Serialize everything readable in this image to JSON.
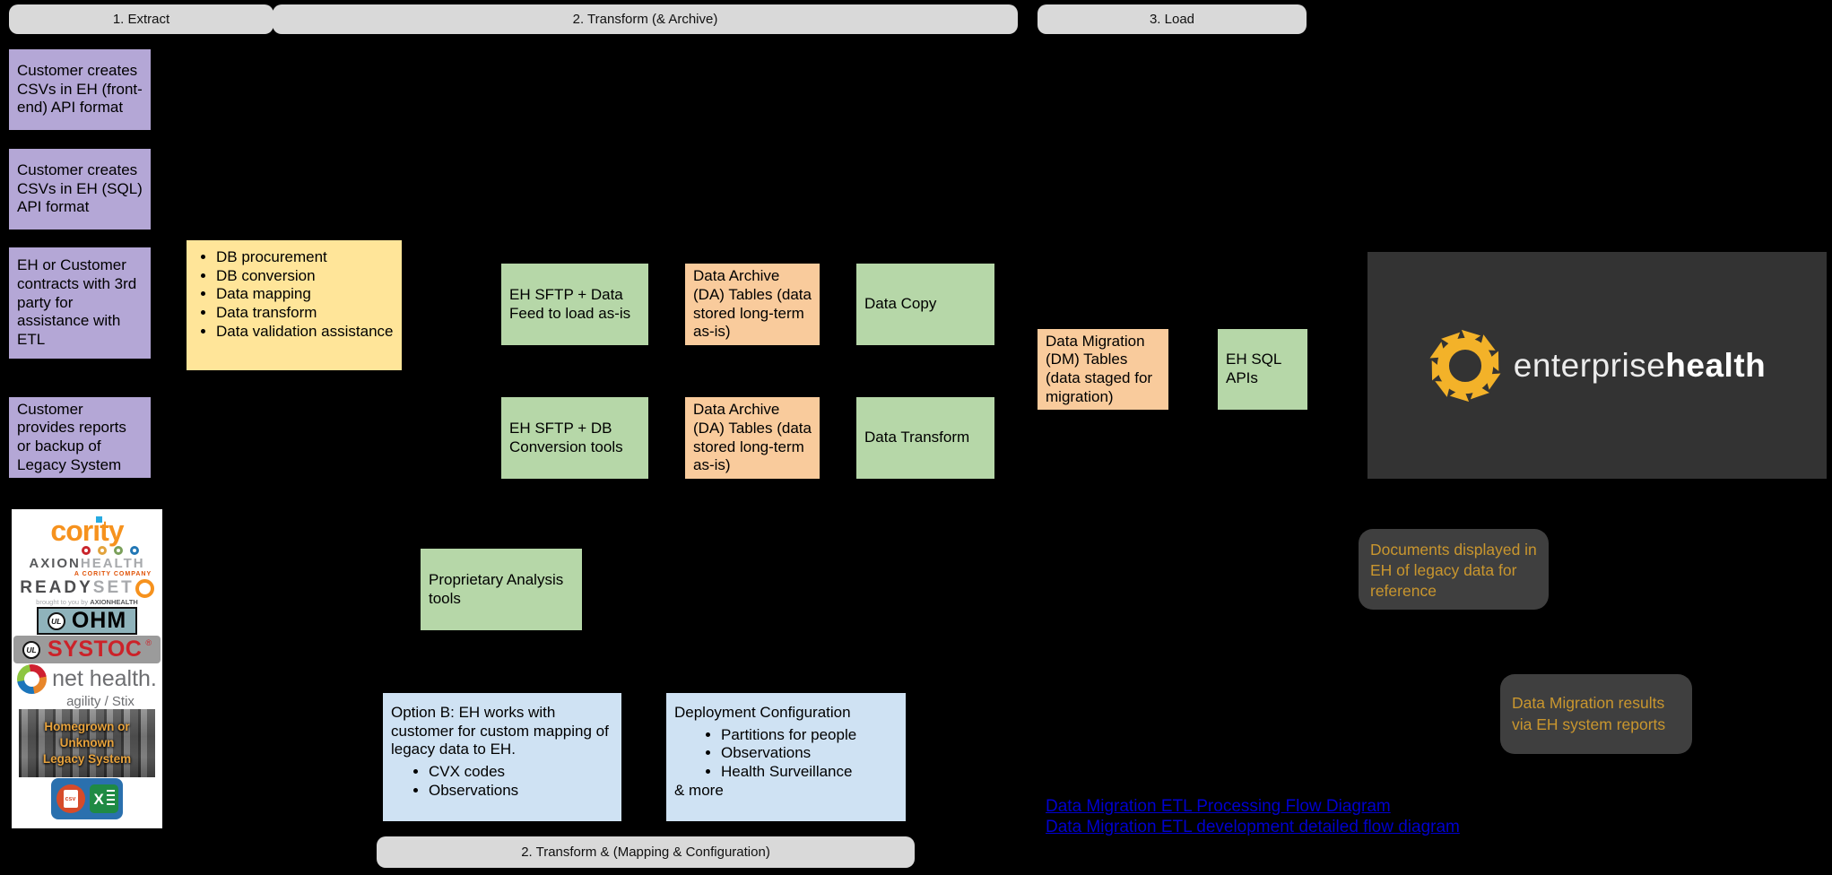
{
  "colors": {
    "background": "#000000",
    "purple_box": "#b4a7d6",
    "yellow_box": "#ffe599",
    "green_box": "#b6d7a8",
    "orange_box": "#f9cb9c",
    "blue_box": "#cfe2f3",
    "phase_bar": "#d9d9d9",
    "callout_bg": "#3f3f3f",
    "callout_text": "#c9962e",
    "link_blue": "#0101cd",
    "eh_panel_bg": "#333333",
    "eh_sun_yellow": "#f3b229"
  },
  "phases": {
    "extract": "1. Extract",
    "transform_archive": "2. Transform (& Archive)",
    "load": "3. Load",
    "transform_mapping": "2. Transform & (Mapping & Configuration)"
  },
  "extract_boxes": [
    "Customer creates CSVs in EH (front-end) API format",
    "Customer creates CSVs in EH (SQL) API format",
    "EH or Customer contracts with 3rd party for assistance with ETL",
    "Customer provides reports or backup of Legacy System"
  ],
  "third_party_tasks": [
    "DB procurement",
    "DB conversion",
    "Data mapping",
    "Data transform",
    "Data validation assistance"
  ],
  "transform_stage": {
    "sftp_data_feed": "EH SFTP + Data Feed to load as-is",
    "sftp_db_conversion": "EH SFTP + DB Conversion tools",
    "da_tables": "Data Archive (DA) Tables (data stored long-term as-is)",
    "data_copy": "Data Copy",
    "data_transform": "Data Transform",
    "proprietary_tools": "Proprietary Analysis tools"
  },
  "load_stage": {
    "dm_tables": "Data Migration (DM) Tables (data staged for migration)",
    "eh_sql_apis": "EH SQL APIs"
  },
  "mapping_stage": {
    "option_b_intro": "Option B: EH works with customer for custom mapping of legacy data to EH.",
    "option_b_bullets": [
      "CVX codes",
      "Observations"
    ],
    "deployment_title": "Deployment Configuration",
    "deployment_bullets": [
      "Partitions for people",
      "Observations",
      "Health Surveillance"
    ],
    "deployment_footer": "& more"
  },
  "callouts": {
    "documents": "Documents displayed in EH of legacy data for reference",
    "results": "Data Migration results via EH system reports"
  },
  "links": [
    "Data Migration ETL Processing Flow Diagram",
    "Data Migration ETL development detailed flow diagram"
  ],
  "eh_brand": {
    "light": "enterprise",
    "bold": "health"
  },
  "legacy_systems": {
    "cority": "cority",
    "axion_name_dark": "AXION",
    "axion_name_light": "HEALTH",
    "axion_tagline": "A CORITY COMPANY",
    "readyset_dark": "READY",
    "readyset_light": "SET",
    "readyset_tagline_pre": "brought to you by ",
    "readyset_tagline_bold": "AXIONHEALTH",
    "ul_mark": "UL",
    "ohm": "OHM",
    "systoc": "SYSTOC",
    "systoc_reg": "®",
    "nethealth": "net health.",
    "nethealth_sub": "agility / Stix",
    "homegrown_line1": "Homegrown or Unknown",
    "homegrown_line2": "Legacy System",
    "csv_label": "csv",
    "excel_label": "X"
  }
}
